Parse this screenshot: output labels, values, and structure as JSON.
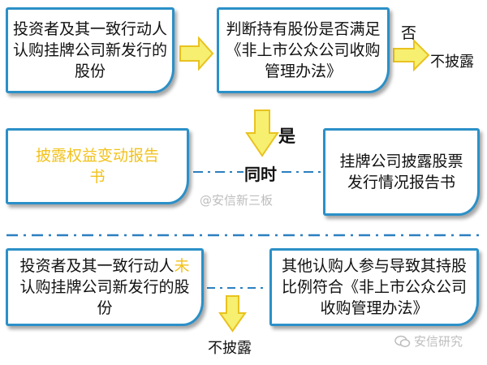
{
  "boxes": {
    "investor_subscribe": "投资者及其一致行动人认购挂牌公司新发行的股份",
    "judge_holding": "判断持有股份是否满足《非上市公众公司收购管理办法》",
    "disclose_equity_change": "披露权益变动报告书",
    "company_disclose_issuance": "挂牌公司披露股票发行情况报告书",
    "investor_not_subscribe_a": "投资者及其一致行动人",
    "investor_not_subscribe_mark": "未",
    "investor_not_subscribe_b": "认购挂牌公司新发行的股份",
    "other_subscribers": "其他认购人参与导致其持股比例符合《非上市公众公司收购管理办法》"
  },
  "labels": {
    "no": "否",
    "no_disclose_top": "不披露",
    "yes": "是",
    "simultaneous": "同时",
    "no_disclose_bottom": "不披露"
  },
  "watermarks": {
    "center": "@安信新三板",
    "bottom_right": "安信研究"
  },
  "colors": {
    "box_border": "#2b90c8",
    "arrow_fill": "#f6ef70",
    "arrow_stroke": "#e9c21f",
    "highlight_text": "#f2c21b",
    "dash_line": "#2b7fc0"
  }
}
